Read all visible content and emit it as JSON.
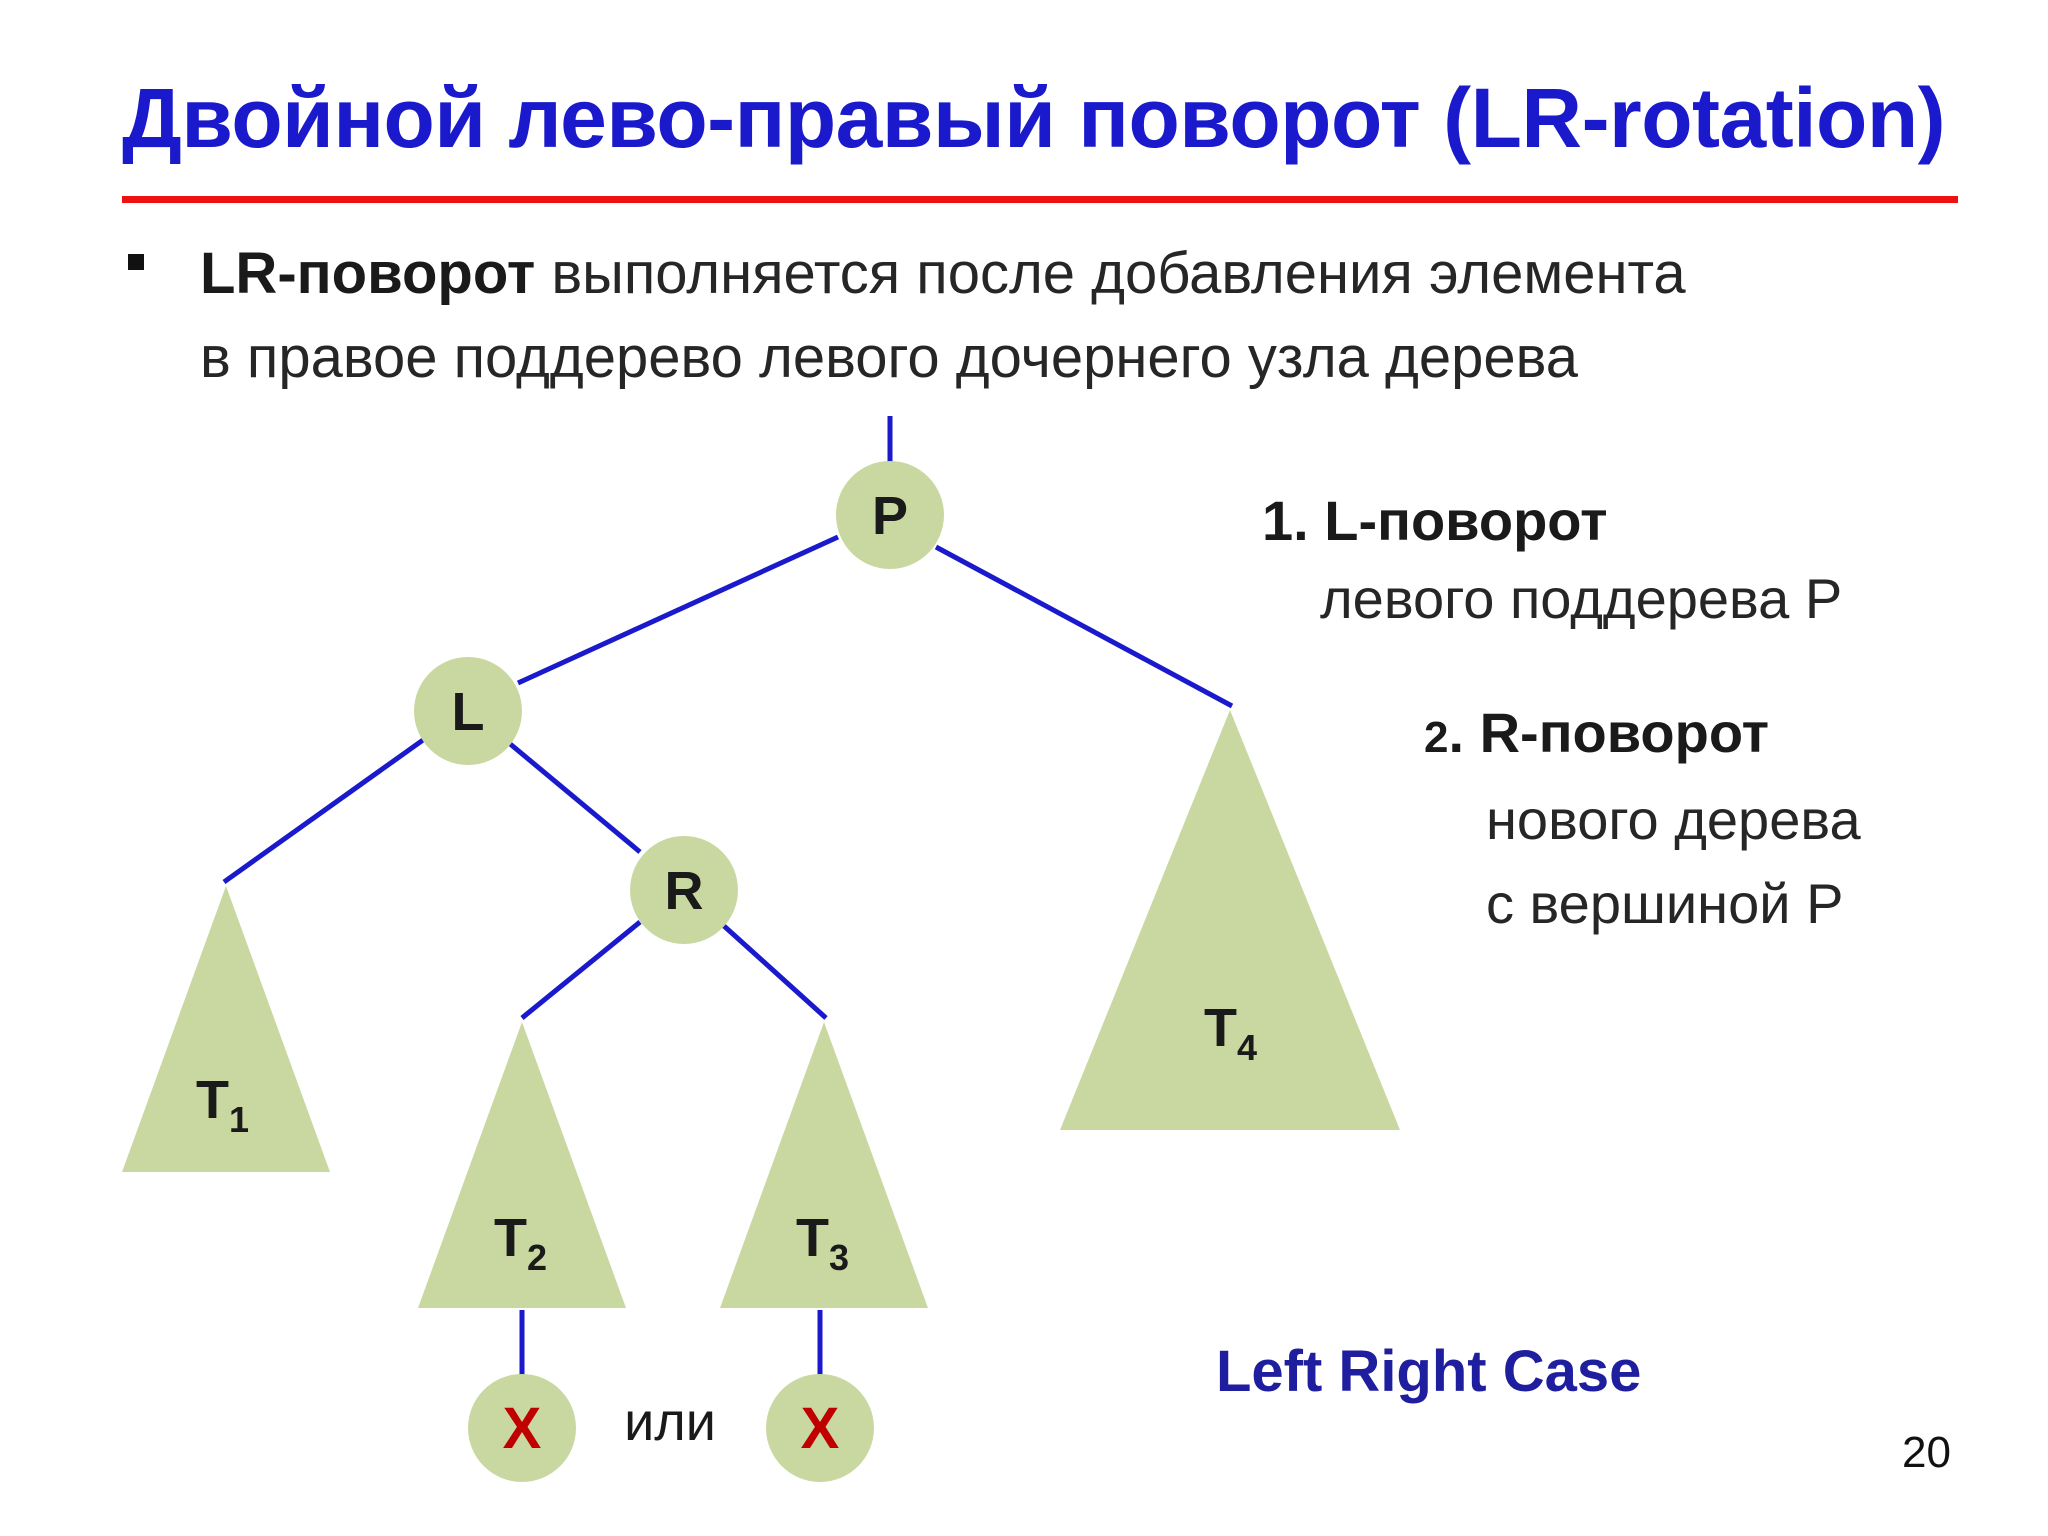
{
  "slide": {
    "title": "Двойной лево-правый поворот (LR-rotation)",
    "bullet": {
      "bold": "LR-поворот",
      "rest_line1": " выполняется после добавления элемента",
      "line2": "в правое поддерево левого дочернего узла дерева"
    },
    "steps": [
      {
        "num": "1",
        "head": "L-поворот",
        "text": "левого поддерева P"
      },
      {
        "num": "2",
        "head": "R-поворот",
        "text_line1": "нового дерева",
        "text_line2": "с вершиной P"
      }
    ],
    "case_label": "Left Right Case",
    "page_number": "20"
  },
  "diagram": {
    "nodes": {
      "P": "P",
      "L": "L",
      "R": "R",
      "X1": "X",
      "X2": "X"
    },
    "subtrees": [
      {
        "id": "T1",
        "base": "T",
        "sub": "1"
      },
      {
        "id": "T2",
        "base": "T",
        "sub": "2"
      },
      {
        "id": "T3",
        "base": "T",
        "sub": "3"
      },
      {
        "id": "T4",
        "base": "T",
        "sub": "4"
      }
    ],
    "or_label": "или",
    "colors": {
      "node_fill": "#c9d8a0",
      "edge": "#1a1acc",
      "x_text": "#c00000",
      "title": "#1a1acc",
      "rule": "#ee1111",
      "case_label": "#1e1e9e"
    }
  }
}
